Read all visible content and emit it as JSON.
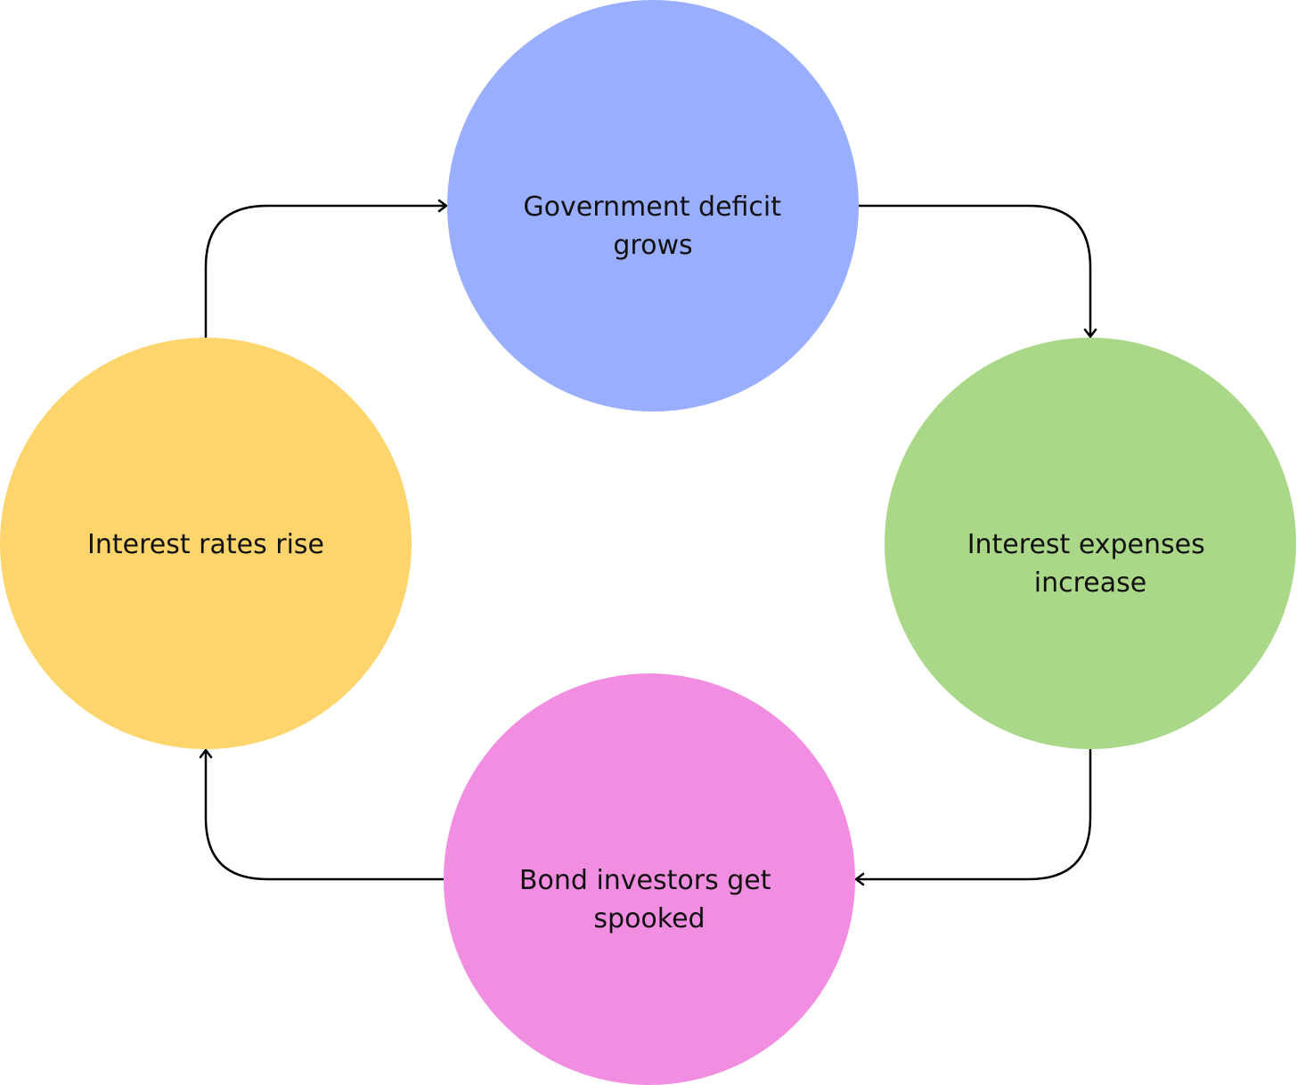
{
  "diagram": {
    "nodes": [
      {
        "id": "government-deficit",
        "lines": [
          "Government deficit",
          "grows"
        ],
        "color": "#9aaeff"
      },
      {
        "id": "interest-expenses",
        "lines": [
          "Interest expenses",
          "increase"
        ],
        "color": "#aad888"
      },
      {
        "id": "bond-investors",
        "lines": [
          "Bond investors get",
          "spooked"
        ],
        "color": "#f28ee2"
      },
      {
        "id": "interest-rates",
        "lines": [
          "Interest rates rise"
        ],
        "color": "#fdd56c"
      }
    ],
    "edges": [
      {
        "from": "interest-rates",
        "to": "government-deficit"
      },
      {
        "from": "government-deficit",
        "to": "interest-expenses"
      },
      {
        "from": "interest-expenses",
        "to": "bond-investors"
      },
      {
        "from": "bond-investors",
        "to": "interest-rates"
      }
    ],
    "edge_color": "#000000"
  }
}
